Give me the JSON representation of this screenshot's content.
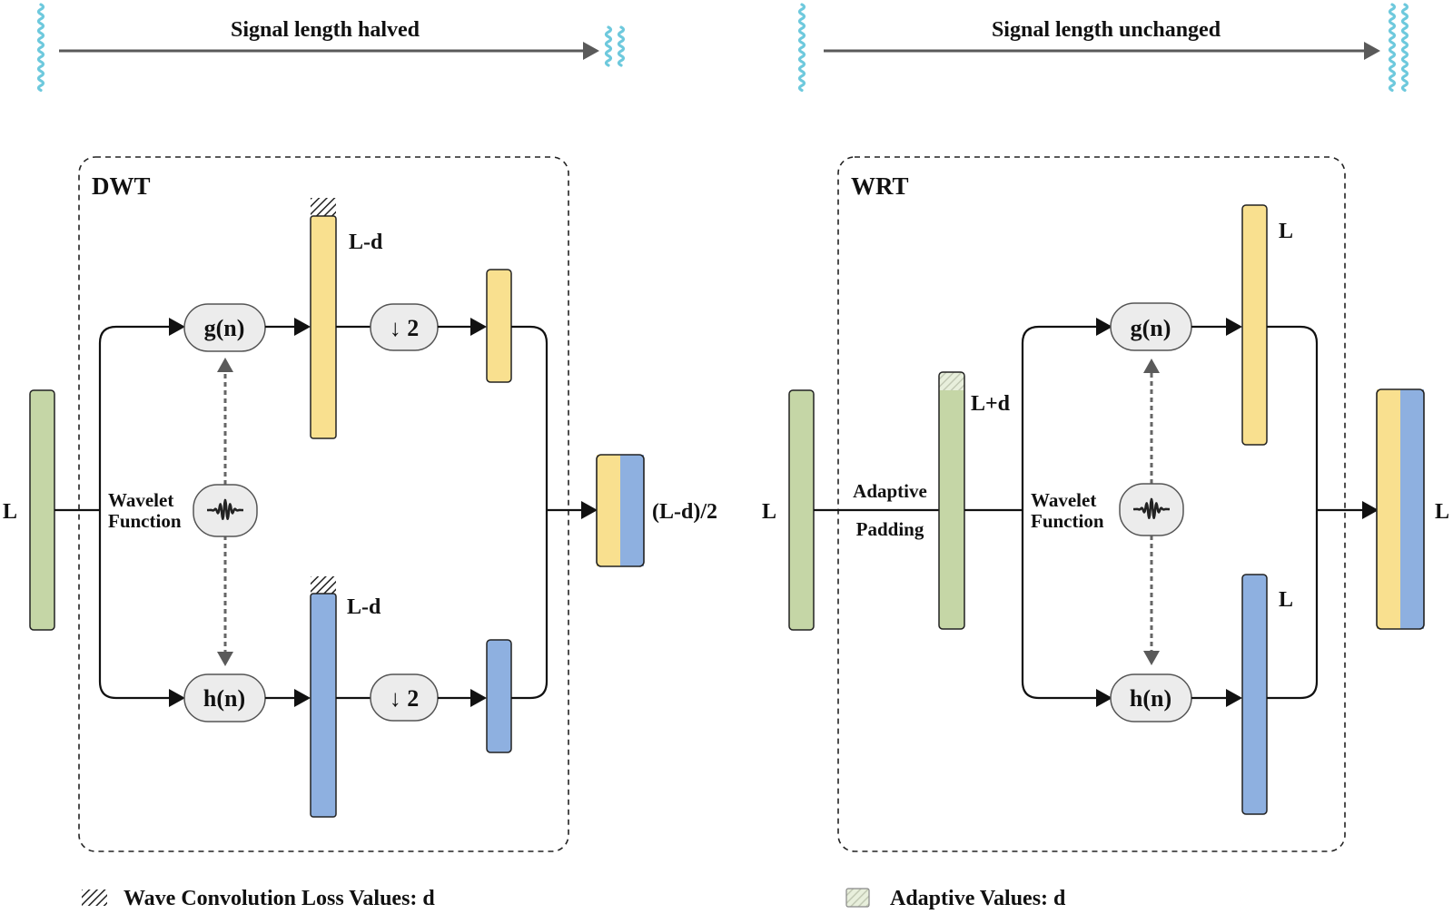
{
  "colors": {
    "green": "#c5d6a6",
    "yellow": "#f9e08f",
    "blue": "#8eb0e0",
    "node_fill": "#ececec",
    "wave": "#6ec9dd",
    "arrow_gray": "#5a5a5a",
    "line": "#111111"
  },
  "top": {
    "left_caption": "Signal length halved",
    "right_caption": "Signal length unchanged"
  },
  "dwt": {
    "title": "DWT",
    "input_label": "L",
    "g_node": "g(n)",
    "h_node": "h(n)",
    "g_out_label": "L-d",
    "h_out_label": "L-d",
    "down_g": "↓ 2",
    "down_h": "↓ 2",
    "wavelet_label_1": "Wavelet",
    "wavelet_label_2": "Function",
    "output_label": "(L-d)/2"
  },
  "wrt": {
    "title": "WRT",
    "input_label": "L",
    "padding_label_1": "Adaptive",
    "padding_label_2": "Padding",
    "padded_label": "L+d",
    "g_node": "g(n)",
    "h_node": "h(n)",
    "g_out_label": "L",
    "h_out_label": "L",
    "wavelet_label_1": "Wavelet",
    "wavelet_label_2": "Function",
    "output_label": "L"
  },
  "legend": {
    "loss": "Wave Convolution Loss Values: d",
    "adaptive": "Adaptive Values: d"
  }
}
